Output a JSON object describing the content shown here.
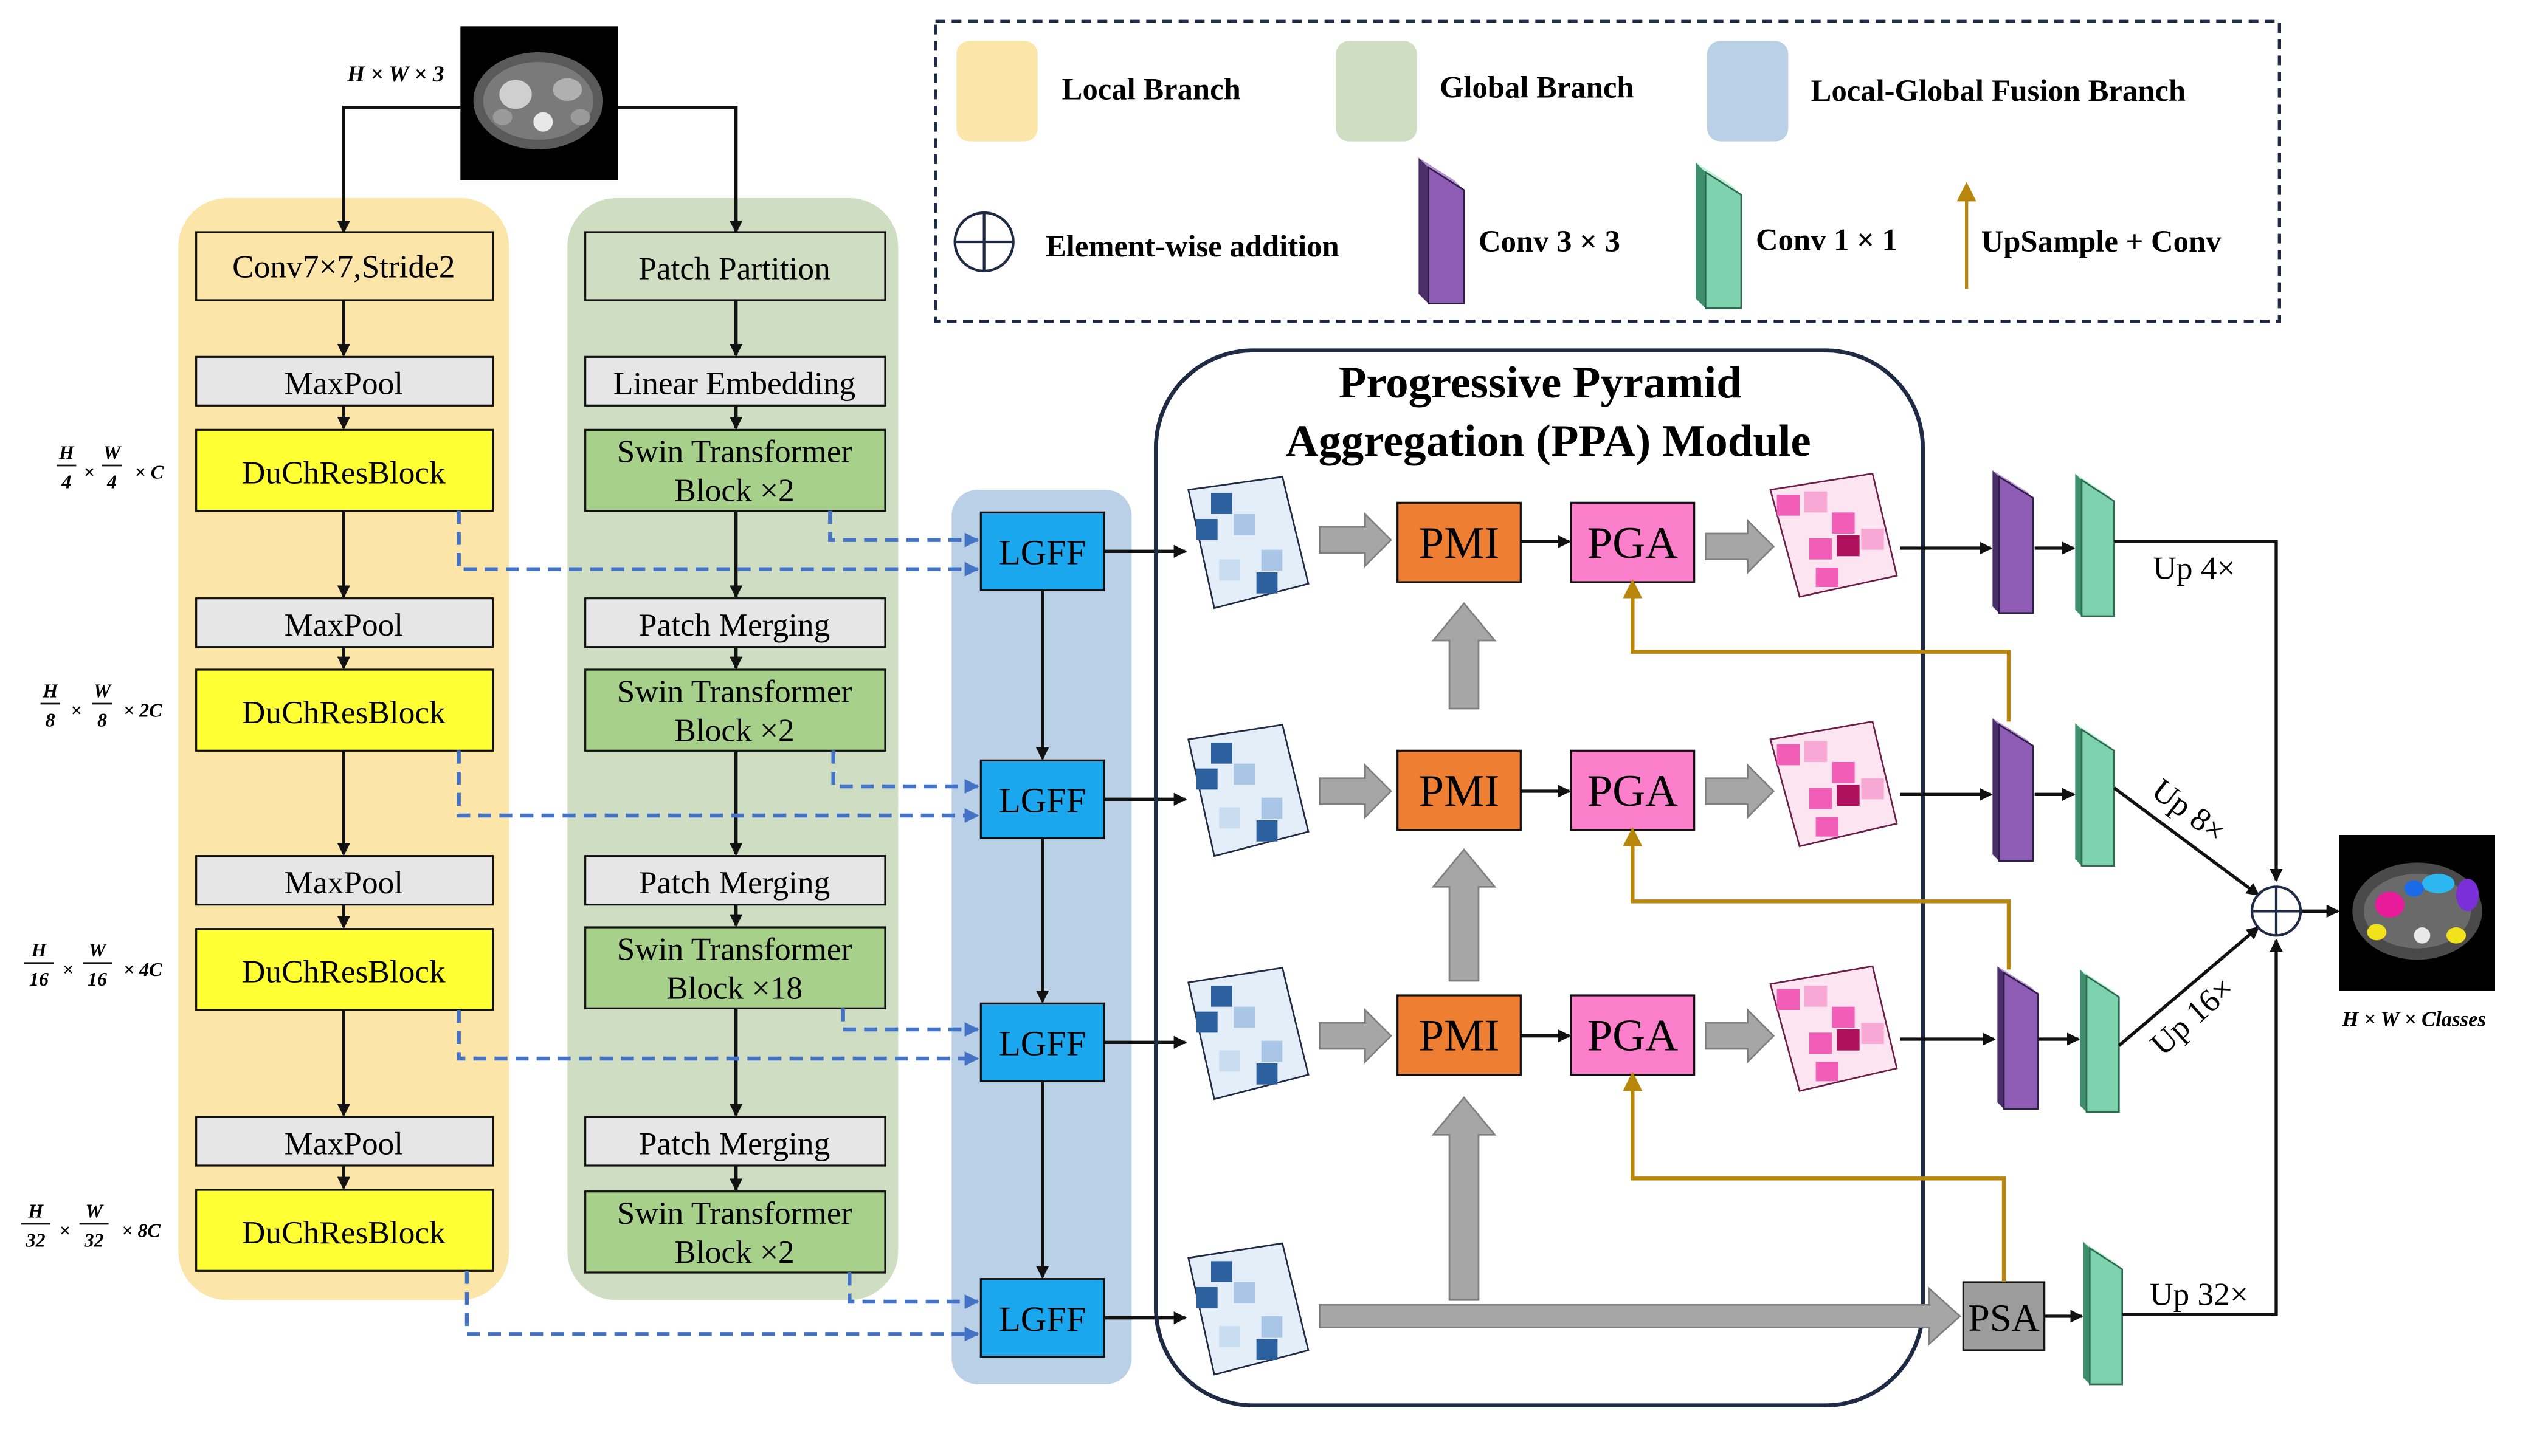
{
  "legend": {
    "local_branch": "Local Branch",
    "global_branch": "Global Branch",
    "fusion_branch": "Local-Global Fusion Branch",
    "element_wise_addition": "Element-wise addition",
    "conv3": "Conv 3 × 3",
    "conv1": "Conv 1 × 1",
    "upsample_conv": "UpSample + Conv"
  },
  "colors": {
    "local_bg": "#FBE5A9",
    "global_bg": "#CFDDC2",
    "fusion_bg": "#B9D0E6",
    "yellow_block": "#FFFF33",
    "gray_block": "#E6E6E6",
    "green_block": "#A7D08B",
    "lgff": "#1BA7EE",
    "pmi": "#EE7E32",
    "pga": "#FB7FCB",
    "psa": "#9C9C9C",
    "conv3": "#8E5CB5",
    "conv1": "#7ED3AE",
    "up_arrow": "#B8860B",
    "dashed": "#4472C4",
    "frame": "#1F2A44"
  },
  "input_label": "H × W × 3",
  "output_label": "H × W × Classes",
  "local_branch": {
    "conv": "Conv7×7,Stride2",
    "maxpool": "MaxPool",
    "duch": "DuChResBlock"
  },
  "global_branch": {
    "patch_partition": "Patch Partition",
    "linear_embedding": "Linear Embedding",
    "patch_merging": "Patch Merging",
    "swin": [
      {
        "l1": "Swin Transformer",
        "l2": "Block ×2"
      },
      {
        "l1": "Swin Transformer",
        "l2": "Block ×2"
      },
      {
        "l1": "Swin Transformer",
        "l2": "Block ×18"
      },
      {
        "l1": "Swin Transformer",
        "l2": "Block ×2"
      }
    ]
  },
  "scale_labels": [
    {
      "hn": "H",
      "hd": "4",
      "wn": "W",
      "wd": "4",
      "c": "× C"
    },
    {
      "hn": "H",
      "hd": "8",
      "wn": "W",
      "wd": "8",
      "c": "× 2C"
    },
    {
      "hn": "H",
      "hd": "16",
      "wn": "W",
      "wd": "16",
      "c": "× 4C"
    },
    {
      "hn": "H",
      "hd": "32",
      "wn": "W",
      "wd": "32",
      "c": "× 8C"
    }
  ],
  "lgff": "LGFF",
  "ppa": {
    "title_line1": "Progressive Pyramid",
    "title_line2": "Aggregation (PPA) Module",
    "pmi": "PMI",
    "pga": "PGA",
    "psa": "PSA"
  },
  "upsample_labels": [
    "Up 4×",
    "Up 8×",
    "Up 16×",
    "Up 32×"
  ]
}
